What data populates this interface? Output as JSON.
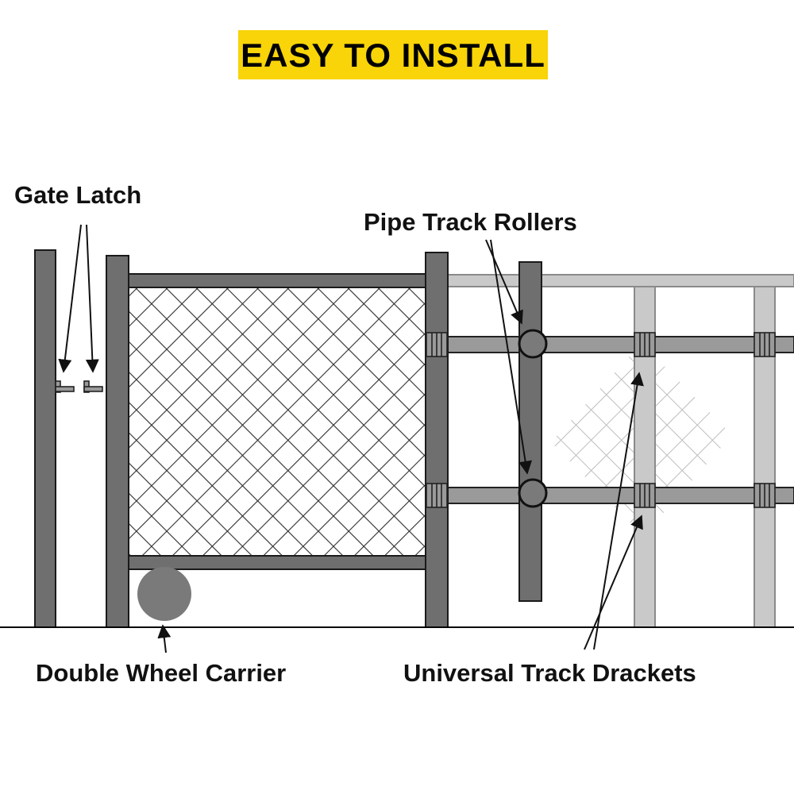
{
  "title_banner": {
    "text": "EASY TO INSTALL",
    "bg_color": "#F8D408",
    "text_color": "#000000"
  },
  "labels": {
    "gate_latch": "Gate Latch",
    "pipe_track_rollers": "Pipe Track Rollers",
    "double_wheel_carrier": "Double Wheel Carrier",
    "universal_track_brackets": "Universal Track Drackets"
  },
  "colors": {
    "post_dark": "#6f6f6f",
    "post_light": "#c9c9c9",
    "rail_gray": "#9a9a9a",
    "roller_gray": "#7a7a7a",
    "mesh_line": "#2e2e2e",
    "mesh_line_faint": "#bdbdbd",
    "outline": "#1a1a1a",
    "background": "#ffffff",
    "label_text": "#111111"
  }
}
